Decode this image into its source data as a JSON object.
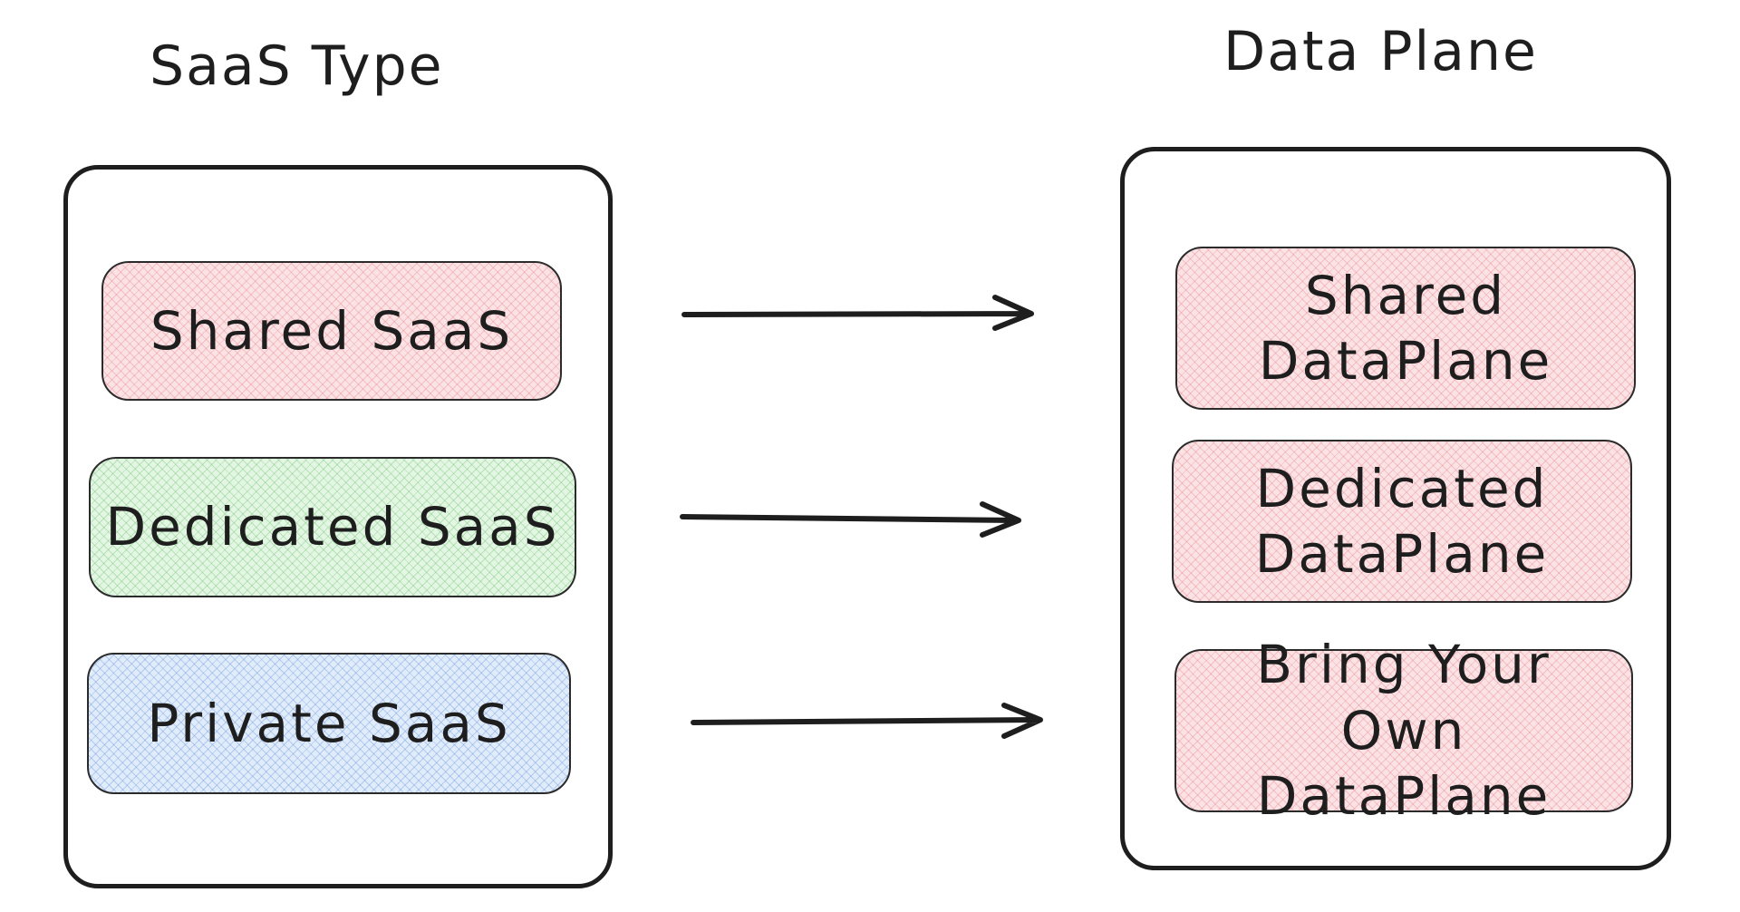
{
  "left_column": {
    "title": "SaaS Type",
    "items": [
      {
        "label": "Shared SaaS",
        "color": "#fbe3e5"
      },
      {
        "label": "Dedicated SaaS",
        "color": "#e3f6e3"
      },
      {
        "label": "Private SaaS",
        "color": "#e1ecfa"
      }
    ]
  },
  "right_column": {
    "title": "Data Plane",
    "items": [
      {
        "label": "Shared\nDataPlane",
        "color": "#fbe3e5"
      },
      {
        "label": "Dedicated\nDataPlane",
        "color": "#fbe3e5"
      },
      {
        "label": "Bring Your Own\nDataPlane",
        "color": "#fbe3e5"
      }
    ]
  },
  "stroke_color": "#1e1e1e"
}
